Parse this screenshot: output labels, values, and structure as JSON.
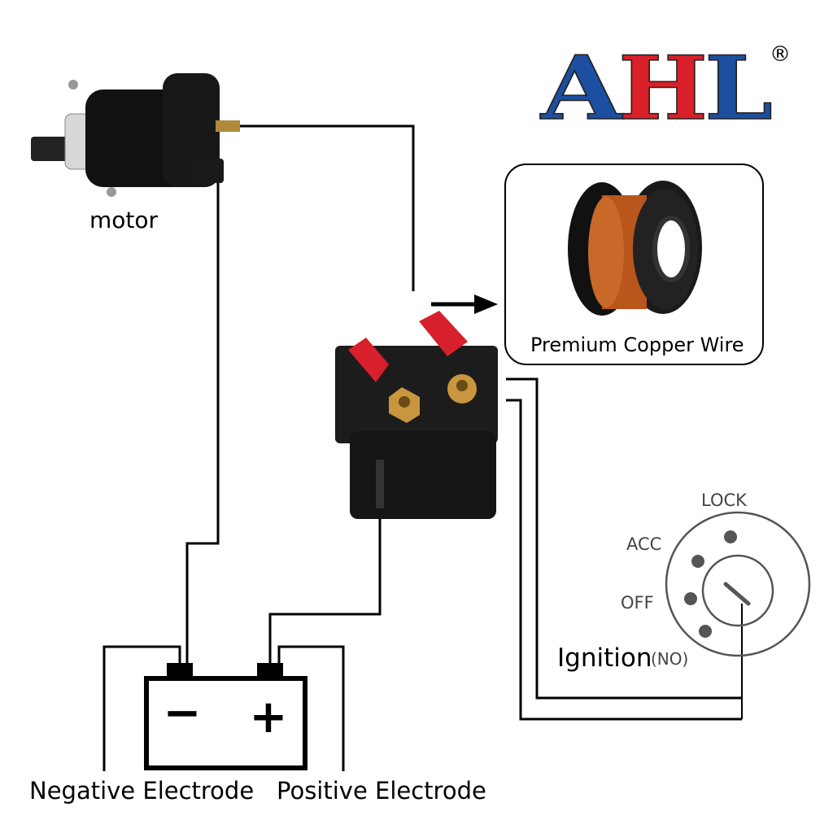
{
  "logo": {
    "text": "AHL",
    "letters": [
      "A",
      "H",
      "L"
    ],
    "registered": "®",
    "colors": {
      "blue": "#1d4fa0",
      "red": "#d9202a"
    }
  },
  "components": {
    "motor": {
      "label": "motor"
    },
    "callout": {
      "label": "Premium Copper Wire"
    },
    "ignition": {
      "label": "Ignition",
      "note": "(NO)",
      "positions": [
        "LOCK",
        "ACC",
        "OFF"
      ]
    },
    "battery": {
      "negative_symbol": "−",
      "positive_symbol": "+",
      "negative_label": "Negative Electrode",
      "positive_label": "Positive Electrode"
    }
  },
  "colors": {
    "wire": "#000000",
    "relay": "#1c1c1c",
    "fuse": "#d8202c",
    "brass": "#c8963e",
    "copper": "#b8561c",
    "ignition": "#555555"
  }
}
